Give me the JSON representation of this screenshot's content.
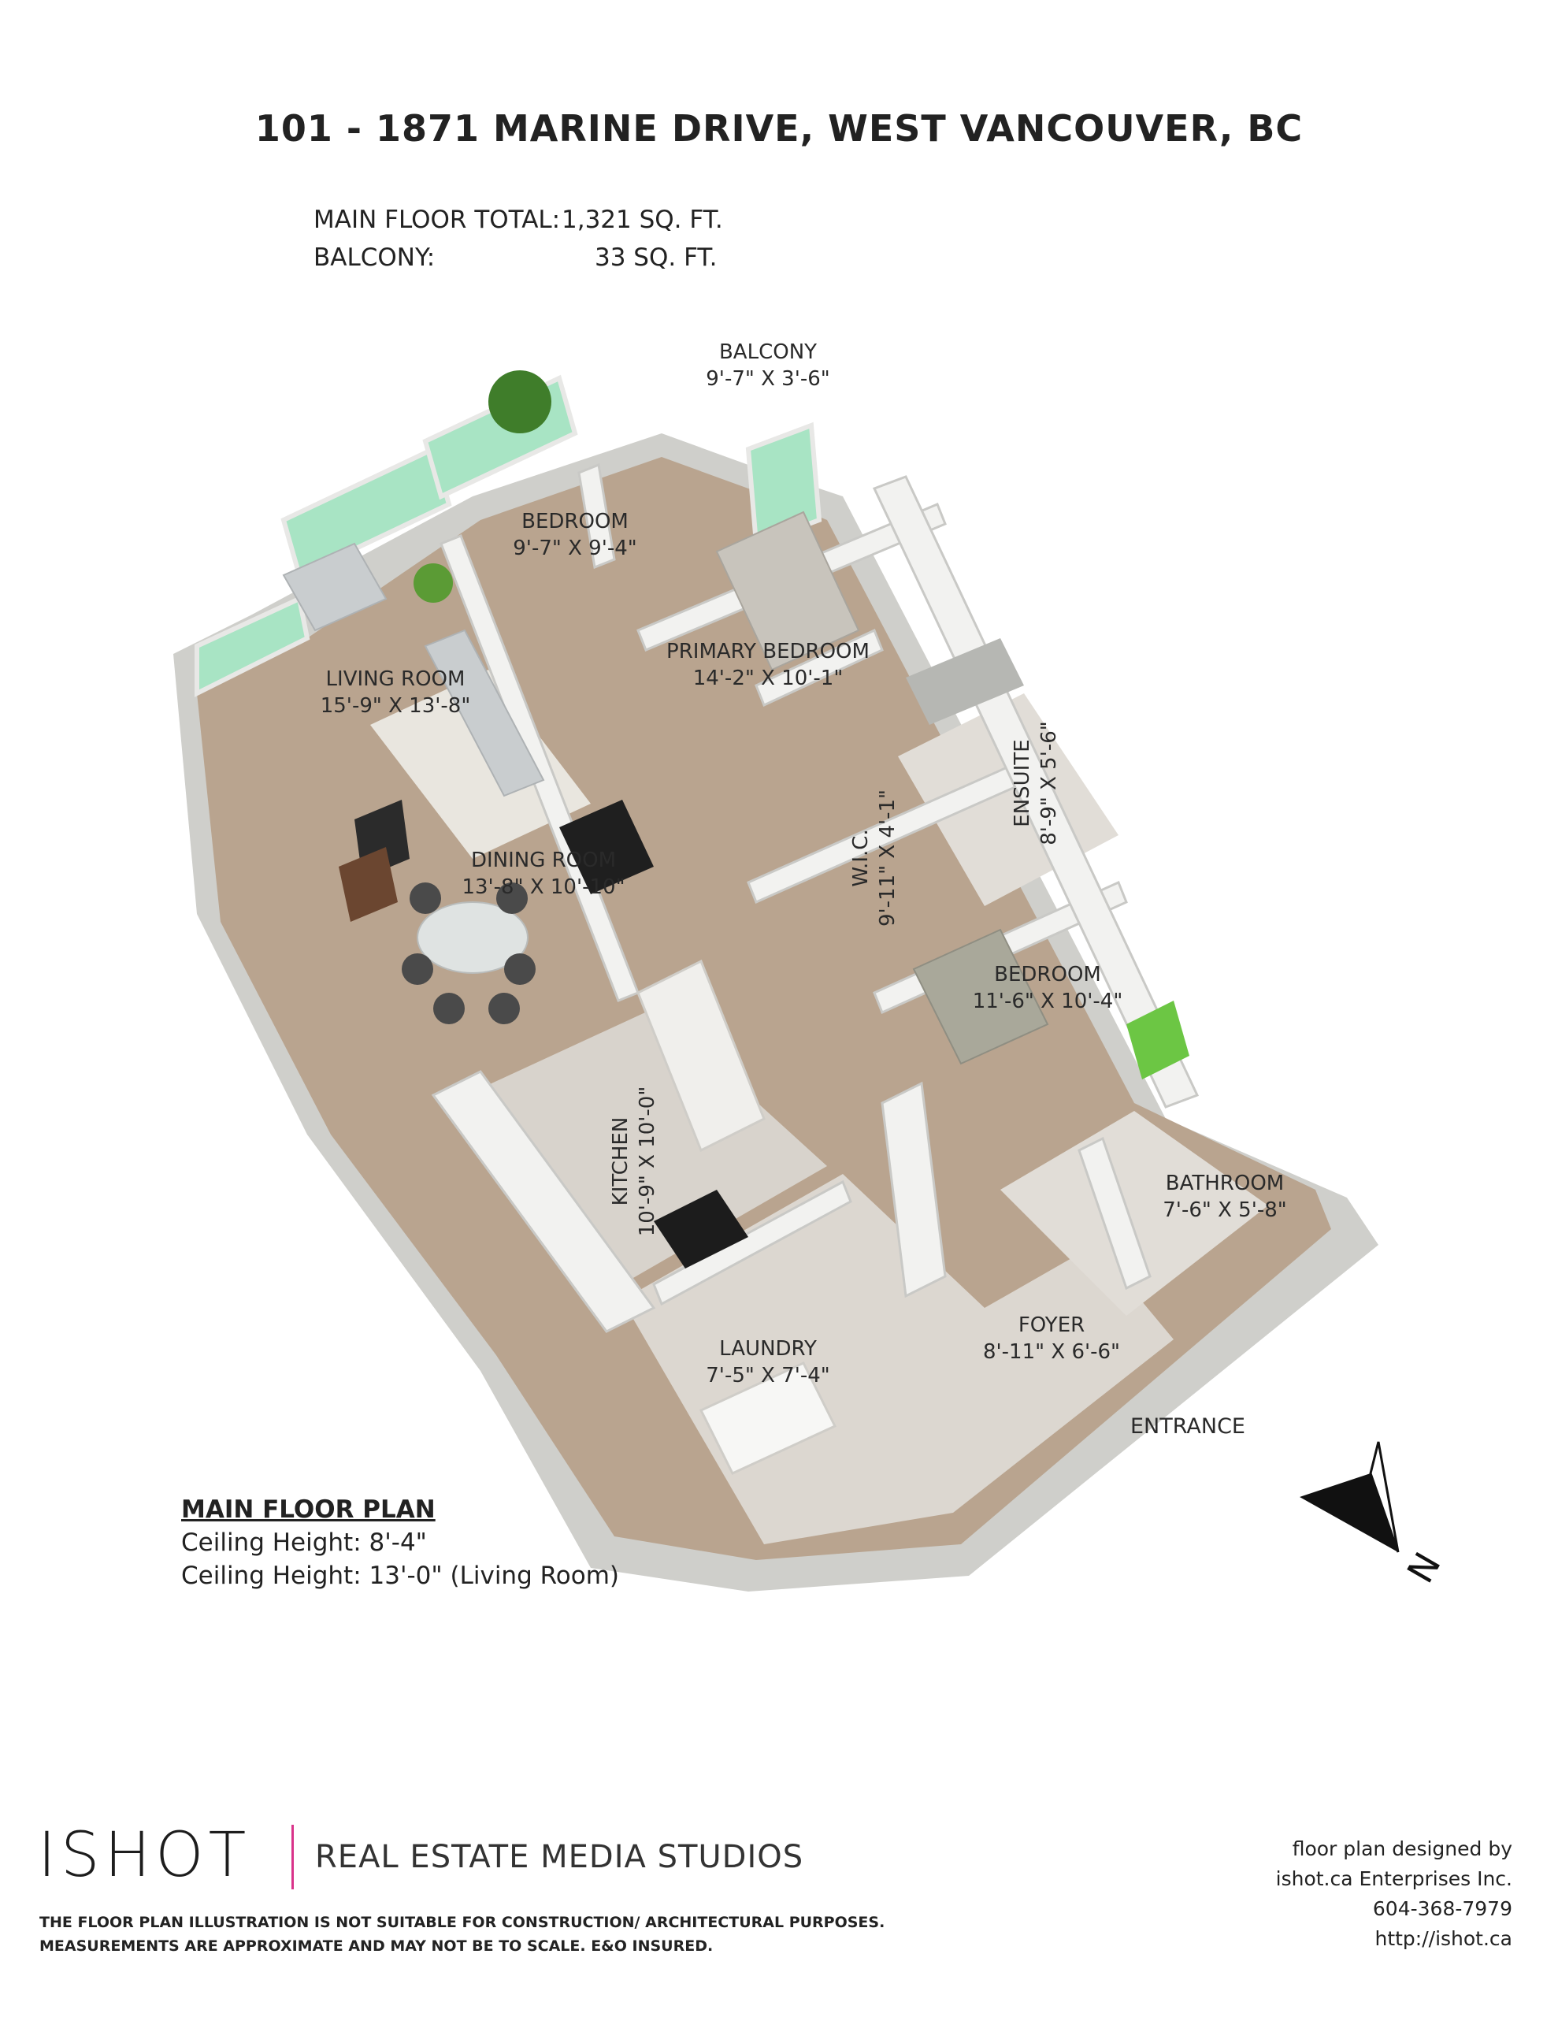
{
  "header": {
    "title": "101 - 1871 MARINE DRIVE, WEST VANCOUVER, BC",
    "main_floor_label": "MAIN FLOOR TOTAL:",
    "main_floor_value": "1,321 SQ. FT.",
    "balcony_label": "BALCONY:",
    "balcony_value": "33 SQ. FT."
  },
  "rooms": {
    "balcony": {
      "name": "BALCONY",
      "dims": "9'-7\" X 3'-6\""
    },
    "bedroom_small": {
      "name": "BEDROOM",
      "dims": "9'-7\" X 9'-4\""
    },
    "living": {
      "name": "LIVING ROOM",
      "dims": "15'-9\" X 13'-8\""
    },
    "primary": {
      "name": "PRIMARY BEDROOM",
      "dims": "14'-2\" X 10'-1\""
    },
    "ensuite": {
      "name": "ENSUITE",
      "dims": "8'-9\" X 5'-6\""
    },
    "dining": {
      "name": "DINING ROOM",
      "dims": "13'-8\" X 10'-10\""
    },
    "wic": {
      "name": "W.I.C.",
      "dims": "9'-11\" X 4'-1\""
    },
    "bedroom2": {
      "name": "BEDROOM",
      "dims": "11'-6\" X 10'-4\""
    },
    "kitchen": {
      "name": "KITCHEN",
      "dims": "10'-9\" X 10'-0\""
    },
    "bathroom": {
      "name": "BATHROOM",
      "dims": "7'-6\" X 5'-8\""
    },
    "foyer": {
      "name": "FOYER",
      "dims": "8'-11\" X 6'-6\""
    },
    "laundry": {
      "name": "LAUNDRY",
      "dims": "7'-5\" X 7'-4\""
    },
    "entrance": {
      "name": "ENTRANCE"
    }
  },
  "compass": {
    "label": "N"
  },
  "notes": {
    "heading": "MAIN FLOOR PLAN",
    "ceiling1": "Ceiling Height: 8'-4\"",
    "ceiling2": "Ceiling Height: 13'-0\" (Living Room)"
  },
  "brand": {
    "logo": "ISHOT",
    "tagline": "REAL ESTATE MEDIA STUDIOS",
    "accent": "#d9338a"
  },
  "designer": {
    "line1": "floor plan designed by",
    "line2": "ishot.ca Enterprises Inc.",
    "phone": "604-368-7979",
    "url": "http://ishot.ca"
  },
  "disclaimer": {
    "line1": "THE FLOOR PLAN ILLUSTRATION IS NOT SUITABLE FOR CONSTRUCTION/ ARCHITECTURAL PURPOSES.",
    "line2": "MEASUREMENTS ARE APPROXIMATE AND MAY NOT BE TO SCALE. E&O INSURED."
  },
  "colors": {
    "floor_wood": "#b9a48f",
    "floor_tile": "#d8d3cc",
    "wall": "#f2f2f0",
    "wall_shadow": "#c9c9c6",
    "glass": "#a8e4c4",
    "accent_green": "#6cc644"
  }
}
